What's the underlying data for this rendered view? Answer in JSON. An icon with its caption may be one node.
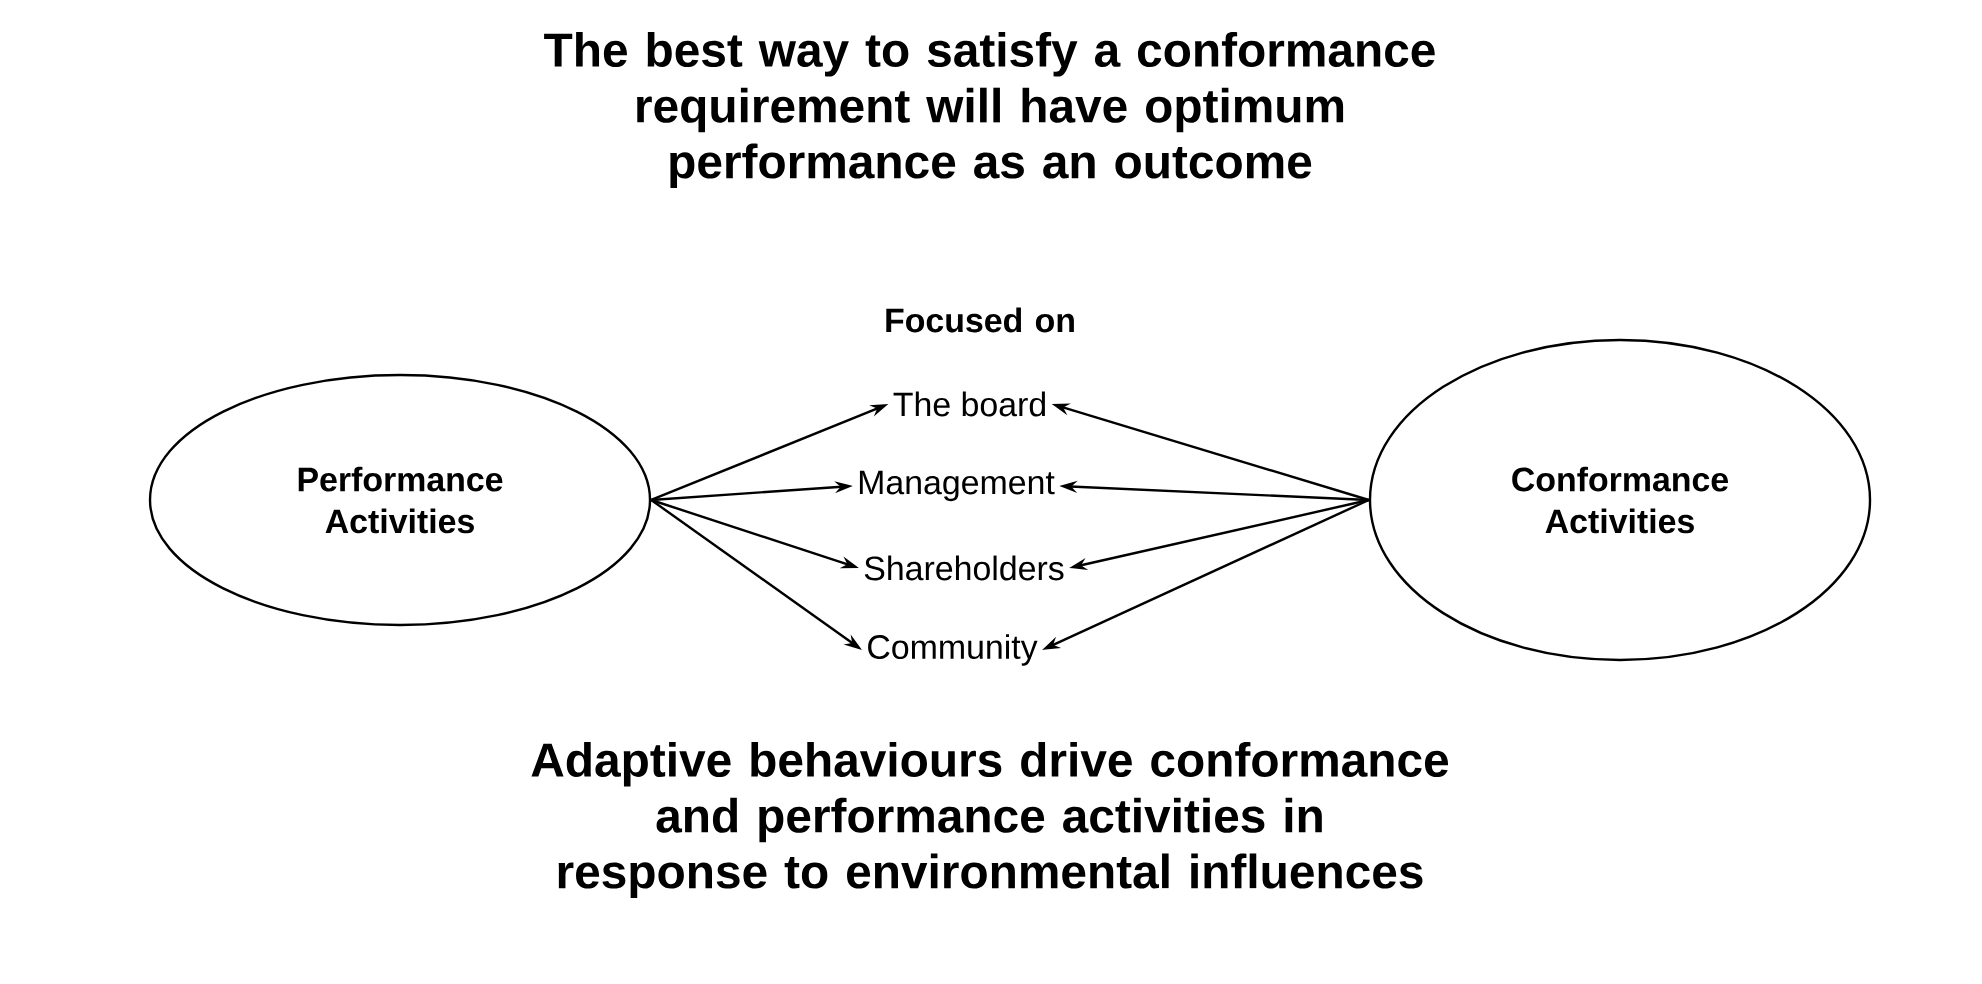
{
  "diagram": {
    "nodes": [
      {
        "text": [
          "Performance Activities"
        ]
      },
      {
        "text": [
          "The board"
        ]
      },
      {
        "text": [
          "Management"
        ]
      },
      {
        "text": [
          "Shareholders"
        ]
      },
      {
        "text": [
          "Community"
        ]
      },
      {
        "text": [
          "Conformance Activities"
        ]
      }
    ],
    "edges": [
      {
        "from": 0,
        "to": 1,
        "arrow": "to"
      },
      {
        "from": 0,
        "to": 2,
        "arrow": "to"
      },
      {
        "from": 0,
        "to": 3,
        "arrow": "to"
      },
      {
        "from": 0,
        "to": 4,
        "arrow": "to"
      },
      {
        "from": 5,
        "to": 1,
        "arrow": "to"
      },
      {
        "from": 5,
        "to": 2,
        "arrow": "to"
      },
      {
        "from": 5,
        "to": 3,
        "arrow": "to"
      },
      {
        "from": 5,
        "to": 4,
        "arrow": "to"
      }
    ],
    "labels": [
      "The best way to satisfy a conformance requirement will have optimum performance as an outcome",
      "Focused on",
      "Adaptive behaviours drive conformance and performance activities in response to environmental influences"
    ]
  }
}
